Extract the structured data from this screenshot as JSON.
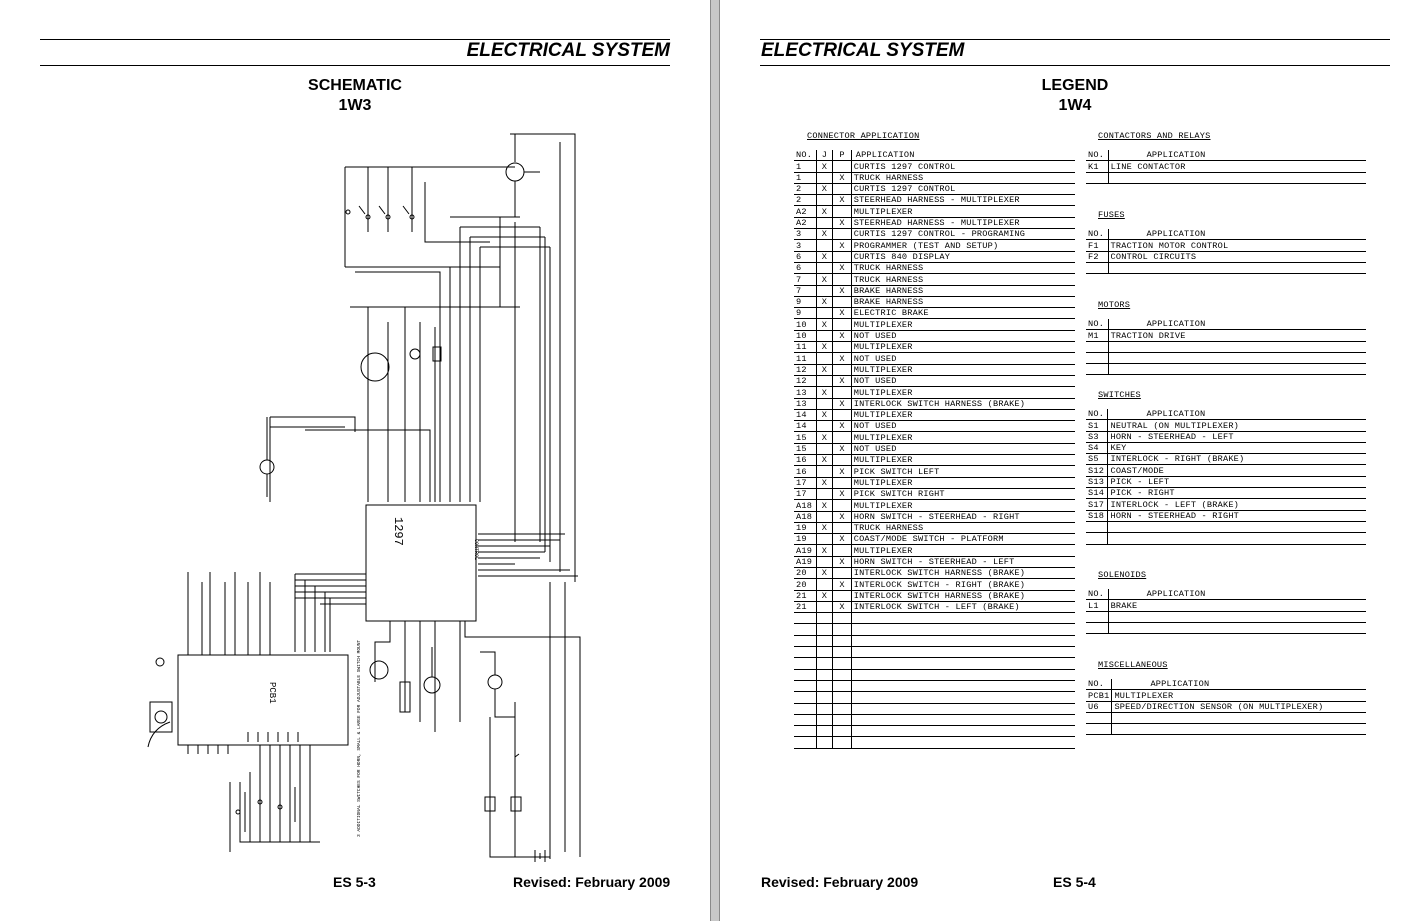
{
  "left_page": {
    "header": "ELECTRICAL SYSTEM",
    "title": "SCHEMATIC",
    "subtitle": "1W3",
    "footer_page": "ES 5-3",
    "footer_revised": "Revised: February 2009",
    "schematic": {
      "controller_label": "1297",
      "pcb_label": "PCB1",
      "control_label": "CONTROL",
      "note": "3 ADDITIONAL SWITCHES FOR HORN, SMALL & LARGE FOR ADJUSTABLE SWITCH MOUNT"
    }
  },
  "right_page": {
    "header": "ELECTRICAL SYSTEM",
    "title": "LEGEND",
    "subtitle": "1W4",
    "footer_revised": "Revised: February 2009",
    "footer_page": "ES 5-4",
    "connector_application": {
      "title": "CONNECTOR APPLICATION",
      "headers": [
        "NO.",
        "J",
        "P",
        "APPLICATION"
      ],
      "rows": [
        [
          "1",
          "X",
          "",
          "CURTIS 1297 CONTROL"
        ],
        [
          "1",
          "",
          "X",
          "TRUCK HARNESS"
        ],
        [
          "2",
          "X",
          "",
          "CURTIS 1297 CONTROL"
        ],
        [
          "2",
          "",
          "X",
          "STEERHEAD HARNESS - MULTIPLEXER"
        ],
        [
          "A2",
          "X",
          "",
          "MULTIPLEXER"
        ],
        [
          "A2",
          "",
          "X",
          "STEERHEAD HARNESS - MULTIPLEXER"
        ],
        [
          "3",
          "X",
          "",
          "CURTIS 1297 CONTROL - PROGRAMING"
        ],
        [
          "3",
          "",
          "X",
          "PROGRAMMER  (TEST AND SETUP)"
        ],
        [
          "6",
          "X",
          "",
          "CURTIS 840 DISPLAY"
        ],
        [
          "6",
          "",
          "X",
          "TRUCK HARNESS"
        ],
        [
          "7",
          "X",
          "",
          "TRUCK HARNESS"
        ],
        [
          "7",
          "",
          "X",
          "BRAKE HARNESS"
        ],
        [
          "9",
          "X",
          "",
          "BRAKE HARNESS"
        ],
        [
          "9",
          "",
          "X",
          "ELECTRIC BRAKE"
        ],
        [
          "10",
          "X",
          "",
          "MULTIPLEXER"
        ],
        [
          "10",
          "",
          "X",
          "NOT USED"
        ],
        [
          "11",
          "X",
          "",
          "MULTIPLEXER"
        ],
        [
          "11",
          "",
          "X",
          "NOT USED"
        ],
        [
          "12",
          "X",
          "",
          "MULTIPLEXER"
        ],
        [
          "12",
          "",
          "X",
          "NOT USED"
        ],
        [
          "13",
          "X",
          "",
          "MULTIPLEXER"
        ],
        [
          "13",
          "",
          "X",
          "INTERLOCK SWITCH HARNESS  (BRAKE)"
        ],
        [
          "14",
          "X",
          "",
          "MULTIPLEXER"
        ],
        [
          "14",
          "",
          "X",
          "NOT USED"
        ],
        [
          "15",
          "X",
          "",
          "MULTIPLEXER"
        ],
        [
          "15",
          "",
          "X",
          "NOT USED"
        ],
        [
          "16",
          "X",
          "",
          "MULTIPLEXER"
        ],
        [
          "16",
          "",
          "X",
          "PICK SWITCH LEFT"
        ],
        [
          "17",
          "X",
          "",
          "MULTIPLEXER"
        ],
        [
          "17",
          "",
          "X",
          "PICK SWITCH RIGHT"
        ],
        [
          "A18",
          "X",
          "",
          "MULTIPLEXER"
        ],
        [
          "A18",
          "",
          "X",
          "HORN SWITCH - STEERHEAD - RIGHT"
        ],
        [
          "19",
          "X",
          "",
          "TRUCK HARNESS"
        ],
        [
          "19",
          "",
          "X",
          "COAST/MODE SWITCH - PLATFORM"
        ],
        [
          "A19",
          "X",
          "",
          "MULTIPLEXER"
        ],
        [
          "A19",
          "",
          "X",
          "HORN SWITCH - STEERHEAD - LEFT"
        ],
        [
          "20",
          "X",
          "",
          "INTERLOCK SWITCH HARNESS  (BRAKE)"
        ],
        [
          "20",
          "",
          "X",
          "INTERLOCK SWITCH - RIGHT  (BRAKE)"
        ],
        [
          "21",
          "X",
          "",
          "INTERLOCK SWITCH HARNESS  (BRAKE)"
        ],
        [
          "21",
          "",
          "X",
          "INTERLOCK SWITCH - LEFT  (BRAKE)"
        ],
        [
          "",
          "",
          "",
          ""
        ],
        [
          "",
          "",
          "",
          ""
        ],
        [
          "",
          "",
          "",
          ""
        ],
        [
          "",
          "",
          "",
          ""
        ],
        [
          "",
          "",
          "",
          ""
        ],
        [
          "",
          "",
          "",
          ""
        ],
        [
          "",
          "",
          "",
          ""
        ],
        [
          "",
          "",
          "",
          ""
        ],
        [
          "",
          "",
          "",
          ""
        ],
        [
          "",
          "",
          "",
          ""
        ],
        [
          "",
          "",
          "",
          ""
        ],
        [
          "",
          "",
          "",
          ""
        ]
      ]
    },
    "contactors": {
      "title": "CONTACTORS AND RELAYS",
      "headers": [
        "NO.",
        "APPLICATION"
      ],
      "rows": [
        [
          "K1",
          "LINE CONTACTOR"
        ],
        [
          "",
          ""
        ]
      ]
    },
    "fuses": {
      "title": "FUSES",
      "headers": [
        "NO.",
        "APPLICATION"
      ],
      "rows": [
        [
          "F1",
          "TRACTION MOTOR CONTROL"
        ],
        [
          "F2",
          "CONTROL CIRCUITS"
        ],
        [
          "",
          ""
        ]
      ]
    },
    "motors": {
      "title": "MOTORS",
      "headers": [
        "NO.",
        "APPLICATION"
      ],
      "rows": [
        [
          "M1",
          "TRACTION DRIVE"
        ],
        [
          "",
          ""
        ],
        [
          "",
          ""
        ],
        [
          "",
          ""
        ]
      ]
    },
    "switches": {
      "title": "SWITCHES",
      "headers": [
        "NO.",
        "APPLICATION"
      ],
      "rows": [
        [
          "S1",
          "NEUTRAL  (ON MULTIPLEXER)"
        ],
        [
          "S3",
          "HORN - STEERHEAD - LEFT"
        ],
        [
          "S4",
          "KEY"
        ],
        [
          "S5",
          "INTERLOCK - RIGHT  (BRAKE)"
        ],
        [
          "S12",
          "COAST/MODE"
        ],
        [
          "S13",
          "PICK - LEFT"
        ],
        [
          "S14",
          "PICK - RIGHT"
        ],
        [
          "S17",
          "INTERLOCK - LEFT  (BRAKE)"
        ],
        [
          "S18",
          "HORN - STEERHEAD - RIGHT"
        ],
        [
          "",
          ""
        ],
        [
          "",
          ""
        ]
      ]
    },
    "solenoids": {
      "title": "SOLENOIDS",
      "headers": [
        "NO.",
        "APPLICATION"
      ],
      "rows": [
        [
          "L1",
          "BRAKE"
        ],
        [
          "",
          ""
        ],
        [
          "",
          ""
        ]
      ]
    },
    "misc": {
      "title": "MISCELLANEOUS",
      "headers": [
        "NO.",
        "APPLICATION"
      ],
      "rows": [
        [
          "PCB1",
          "MULTIPLEXER"
        ],
        [
          "U6",
          "SPEED/DIRECTION SENSOR  (ON MULTIPLEXER)"
        ],
        [
          "",
          ""
        ],
        [
          "",
          ""
        ]
      ]
    }
  }
}
